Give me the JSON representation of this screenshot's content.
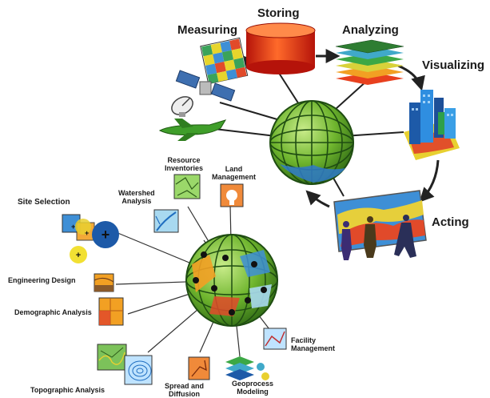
{
  "cycle": {
    "storing": "Storing",
    "measuring": "Measuring",
    "analyzing": "Analyzing",
    "visualizing": "Visualizing",
    "acting": "Acting"
  },
  "applications": {
    "resource_inventories": "Resource\nInventories",
    "land_management": "Land\nManagement",
    "watershed_analysis": "Watershed\nAnalysis",
    "site_selection": "Site Selection",
    "engineering_design": "Engineering Design",
    "demographic_analysis": "Demographic Analysis",
    "facility_management": "Facility\nManagement",
    "topographic_analysis": "Topographic Analysis",
    "spread_and_diffusion": "Spread and\nDiffusion",
    "geoprocess_modeling": "Geoprocess\nModeling"
  },
  "colors": {
    "globe_green": "#7fc23a",
    "globe_dark": "#1f4d12",
    "cylinder_red": "#e8321e",
    "arrow_dark": "#222222",
    "airplane_green": "#3f9e2a",
    "sky_blue": "#3e8fd6"
  }
}
